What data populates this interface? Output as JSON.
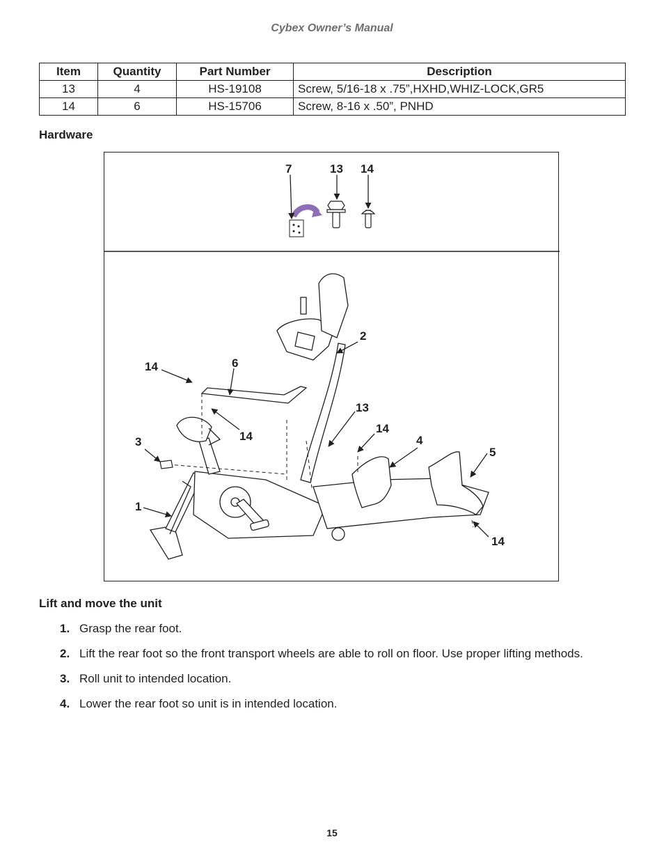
{
  "header": {
    "title": "Cybex Owner’s Manual"
  },
  "parts_table": {
    "columns": [
      "Item",
      "Quantity",
      "Part Number",
      "Description"
    ],
    "rows": [
      [
        "13",
        "4",
        "HS-19108",
        "Screw, 5/16-18 x .75”,HXHD,WHIZ-LOCK,GR5"
      ],
      [
        "14",
        "6",
        "HS-15706",
        "Screw, 8-16 x .50”, PNHD"
      ]
    ]
  },
  "hardware_heading": "Hardware",
  "figure": {
    "hardware_callouts": [
      "7",
      "13",
      "14"
    ],
    "assembly_callouts": {
      "c1": "1",
      "c2": "2",
      "c3": "3",
      "c4": "4",
      "c5": "5",
      "c6": "6",
      "c13": "13",
      "c14a": "14",
      "c14b": "14",
      "c14c": "14",
      "c14d": "14"
    }
  },
  "lift_heading": "Lift and move the unit",
  "steps": [
    {
      "num": "1.",
      "text": "Grasp the rear foot."
    },
    {
      "num": "2.",
      "text": "Lift the rear foot so the front transport wheels are able to roll on floor. Use proper lifting methods."
    },
    {
      "num": "3.",
      "text": "Roll unit to intended location."
    },
    {
      "num": "4.",
      "text": "Lower the rear foot so unit is in intended location."
    }
  ],
  "page_number": "15",
  "colors": {
    "accent_arrow": "#8e6fb5",
    "text": "#231f20",
    "header_gray": "#6d6e71"
  }
}
